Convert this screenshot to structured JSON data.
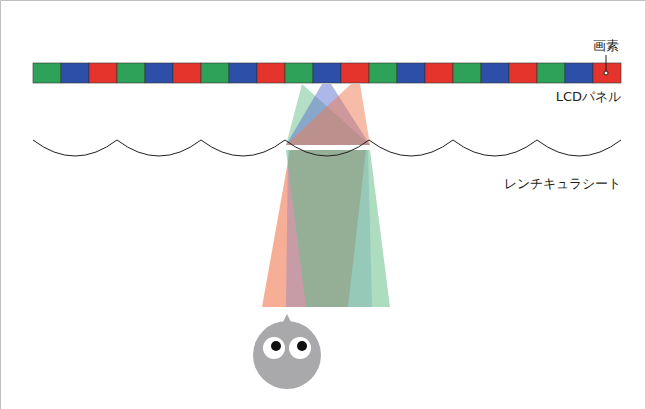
{
  "diagram": {
    "labels": [
      "画素",
      "LCDパネル",
      "レンチキュラシート"
    ]
  }
}
